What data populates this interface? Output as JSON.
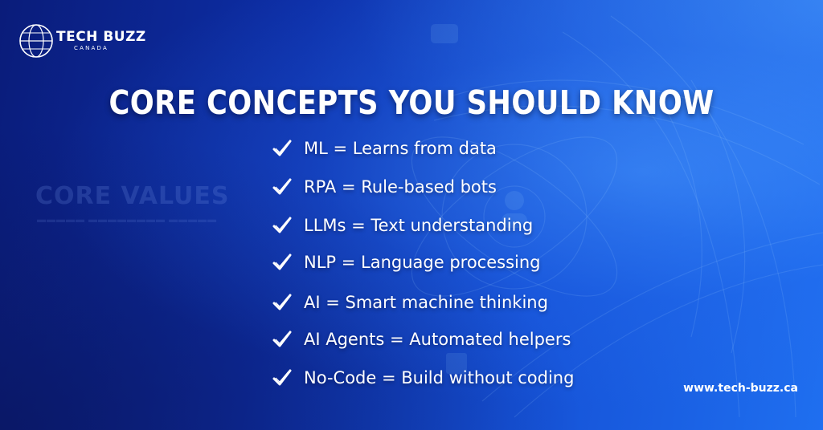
{
  "brand": {
    "logo_main": "TECH BUZZ",
    "logo_sub": "CANADA"
  },
  "background_text": {
    "title": "CORE VALUES"
  },
  "headline": "CORE CONCEPTS YOU SHOULD KNOW",
  "concepts": [
    {
      "text": "ML = Learns from data",
      "icon": "check-icon"
    },
    {
      "text": "RPA = Rule-based bots",
      "icon": "check-icon"
    },
    {
      "text": "LLMs = Text understanding",
      "icon": "check-icon"
    },
    {
      "text": "NLP = Language processing",
      "icon": "check-icon"
    },
    {
      "text": "AI = Smart machine thinking",
      "icon": "check-icon"
    },
    {
      "text": "AI Agents = Automated helpers",
      "icon": "check-icon"
    },
    {
      "text": "No-Code = Build without coding",
      "icon": "check-icon"
    }
  ],
  "website": "www.tech-buzz.ca",
  "colors": {
    "background_dark": "#0a1c7a",
    "background_light": "#1f6ff0",
    "text": "#ffffff"
  }
}
